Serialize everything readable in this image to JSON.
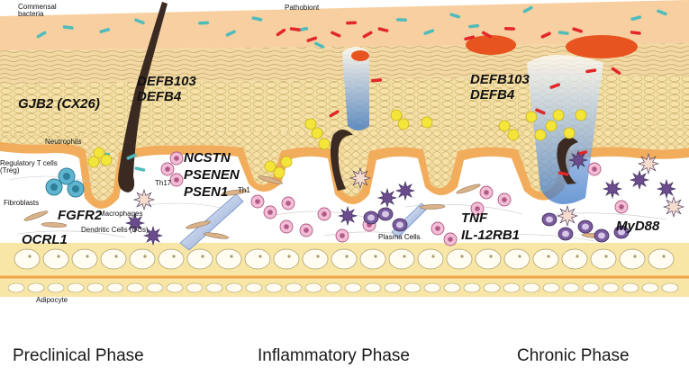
{
  "cell_labels": {
    "commensal": "Commensal\nbacteria",
    "pathobiont": "Pathobiont",
    "neutrophils": "Neutrophils",
    "treg": "Regulatory T cells\n(Treg)",
    "fibroblasts": "Fibroblasts",
    "macrophages": "Macrophages",
    "dcs": "Dendritic Cells (DCs)",
    "th17": "Th17",
    "th1": "Th1",
    "plasma": "Plasma Cells",
    "adipocyte": "Adipocyte"
  },
  "genes": {
    "defb_pre": "DEFB103\nDEFB4",
    "gjb2": "GJB2 (CX26)",
    "ncstn": "NCSTN\nPSENEN\nPSEN1",
    "fgfr2": "FGFR2",
    "ocrl1": "OCRL1",
    "defb_chronic": "DEFB103\nDEFB4",
    "tnf": "TNF\nIL-12RB1",
    "myd88": "MyD88"
  },
  "phases": {
    "preclinical": "Preclinical Phase",
    "inflammatory": "Inflammatory Phase",
    "chronic": "Chronic Phase"
  },
  "colors": {
    "surface": "#f7cfa0",
    "epidermis": "#f3dfa3",
    "basement": "#f0a44a",
    "dermis": "#ffffff",
    "fat_band": "#f8e6a6",
    "commensal": "#4fbcbc",
    "pathobiont": "#e2262a",
    "hair": "#3a2a22",
    "neutrophil": "#f4e53a",
    "treg": "#5fb5cf",
    "th": "#f3bdd6",
    "dc": "#6a4c8f",
    "abscess": "#e8541f",
    "vessel": "#6f8fc8"
  }
}
